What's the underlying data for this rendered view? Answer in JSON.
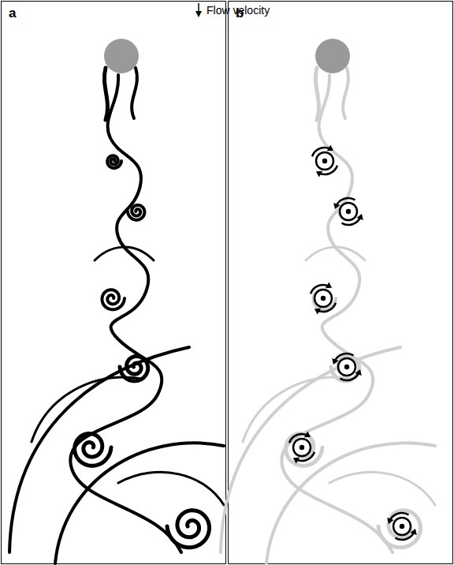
{
  "diagram": {
    "labels": [
      "a",
      "b",
      "Flow velocity"
    ]
  }
}
